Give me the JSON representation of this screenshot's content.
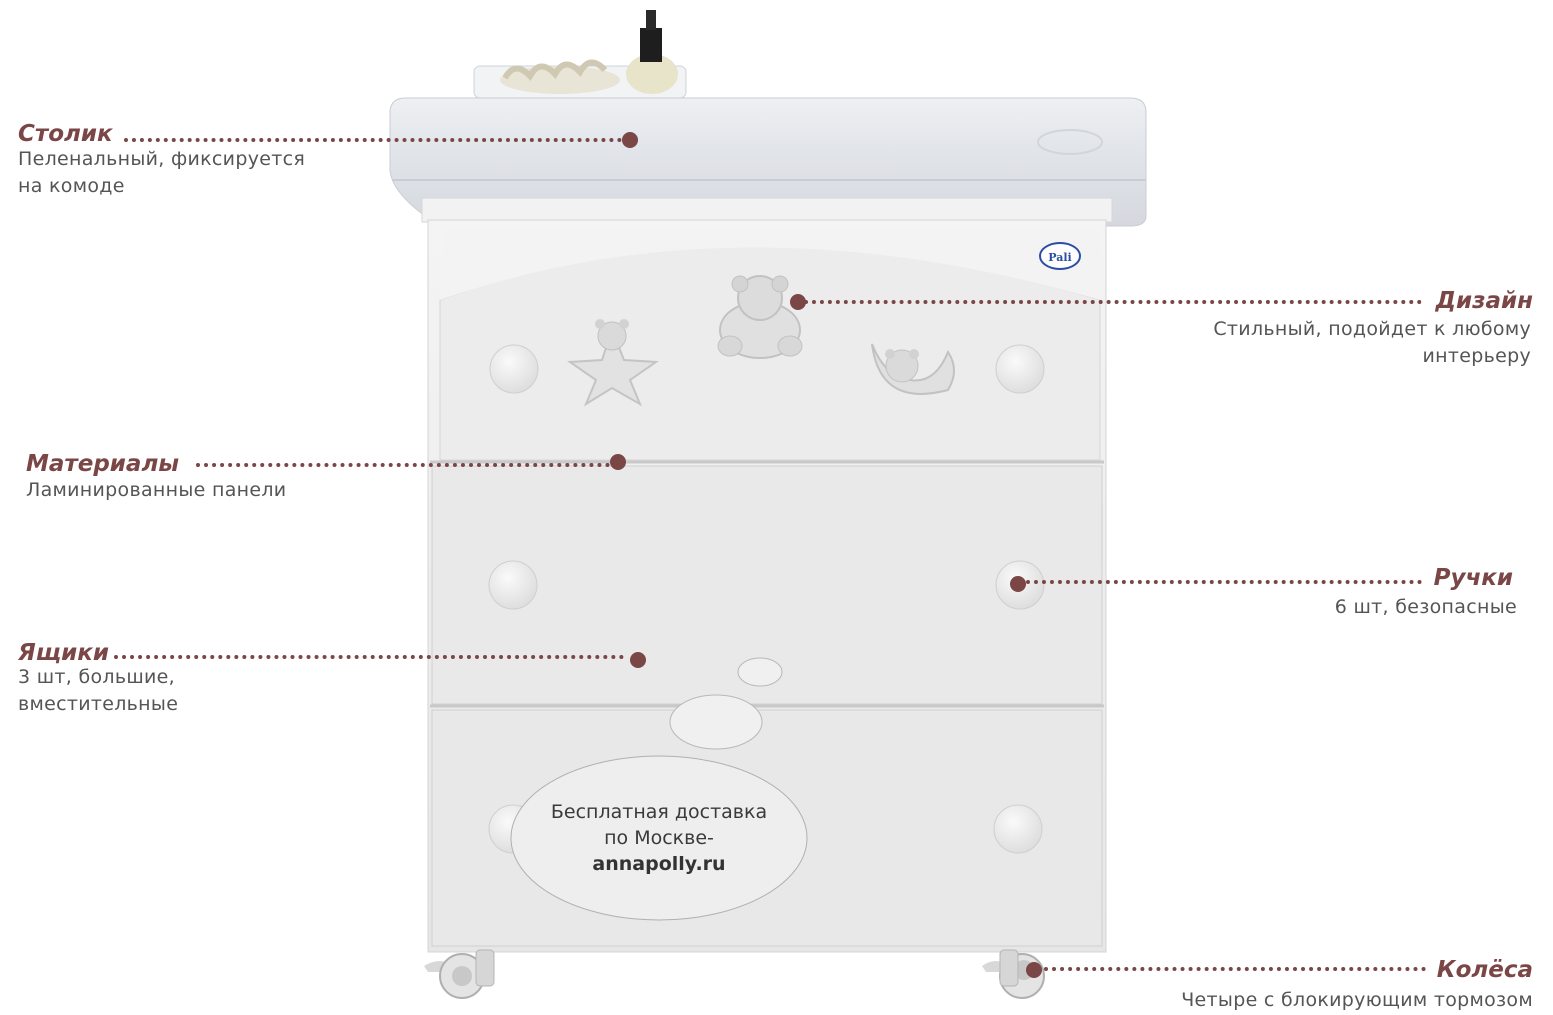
{
  "callouts": {
    "table": {
      "title": "Столик",
      "desc_line1": "Пеленальный, фиксируется",
      "desc_line2": "на комоде"
    },
    "design": {
      "title": "Дизайн",
      "desc_line1": "Стильный, подойдет к любому",
      "desc_line2": "интерьеру"
    },
    "materials": {
      "title": "Материалы",
      "desc_line1": "Ламинированные панели"
    },
    "handles": {
      "title": "Ручки",
      "desc_line1": "6 шт, безопасные"
    },
    "drawers": {
      "title": "Ящики",
      "desc_line1": "3 шт, большие,",
      "desc_line2": "вместительные"
    },
    "wheels": {
      "title": "Колёса",
      "desc_line1": "Четыре с блокирующим тормозом"
    }
  },
  "promo": {
    "line1": "Бесплатная доставка",
    "line2": "по Москве-",
    "site": "annapolly.ru"
  },
  "product": {
    "brand_badge": "Pali"
  },
  "colors": {
    "accent": "#7a4646",
    "text": "#555555",
    "furniture": "#ebebeb"
  },
  "icons": [
    "teddy-bear-icon",
    "star-teddy-icon",
    "moon-teddy-icon",
    "wheel-icon"
  ]
}
